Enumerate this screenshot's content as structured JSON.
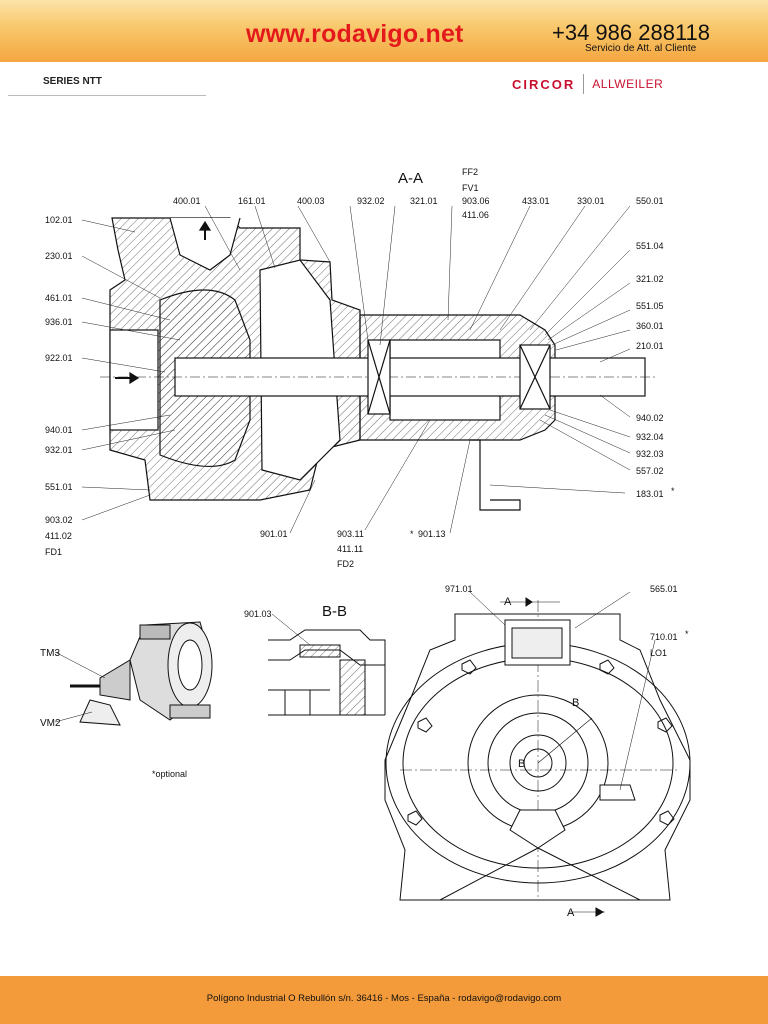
{
  "header": {
    "url": "www.rodavigo.net",
    "phone": "+34 986 288118",
    "service": "Servicio de Att. al Cliente"
  },
  "series": "SERIES NTT",
  "brand": {
    "circor": "CIRCOR",
    "allweiler": "ALLWEILER"
  },
  "drawing": {
    "section_aa": "A-A",
    "section_bb": "B-B",
    "labels_top": [
      "400.01",
      "161.01",
      "400.03",
      "932.02",
      "321.01",
      "903.06",
      "411.06",
      "433.01",
      "330.01",
      "550.01"
    ],
    "ff2": "FF2",
    "fv1": "FV1",
    "labels_left": [
      "102.01",
      "230.01",
      "461.01",
      "936.01",
      "922.01",
      "940.01",
      "932.01",
      "551.01",
      "903.02",
      "411.02",
      "FD1"
    ],
    "labels_right": [
      "551.04",
      "321.02",
      "551.05",
      "360.01",
      "210.01",
      "940.02",
      "932.04",
      "932.03",
      "557.02",
      "183.01"
    ],
    "labels_bottom": [
      "901.01",
      "903.11",
      "411.11",
      "FD2",
      "901.13"
    ],
    "bb_labels": [
      "901.03",
      "971.01",
      "565.01",
      "710.01",
      "LO1",
      "A",
      "A",
      "B",
      "B"
    ],
    "iso_labels": [
      "TM3",
      "VM2"
    ],
    "optional": "*optional",
    "star": "*"
  },
  "footer": {
    "address": "Polígono Industrial O Rebullón s/n. 36416 - Mos - España - rodavigo@rodavigo.com"
  }
}
